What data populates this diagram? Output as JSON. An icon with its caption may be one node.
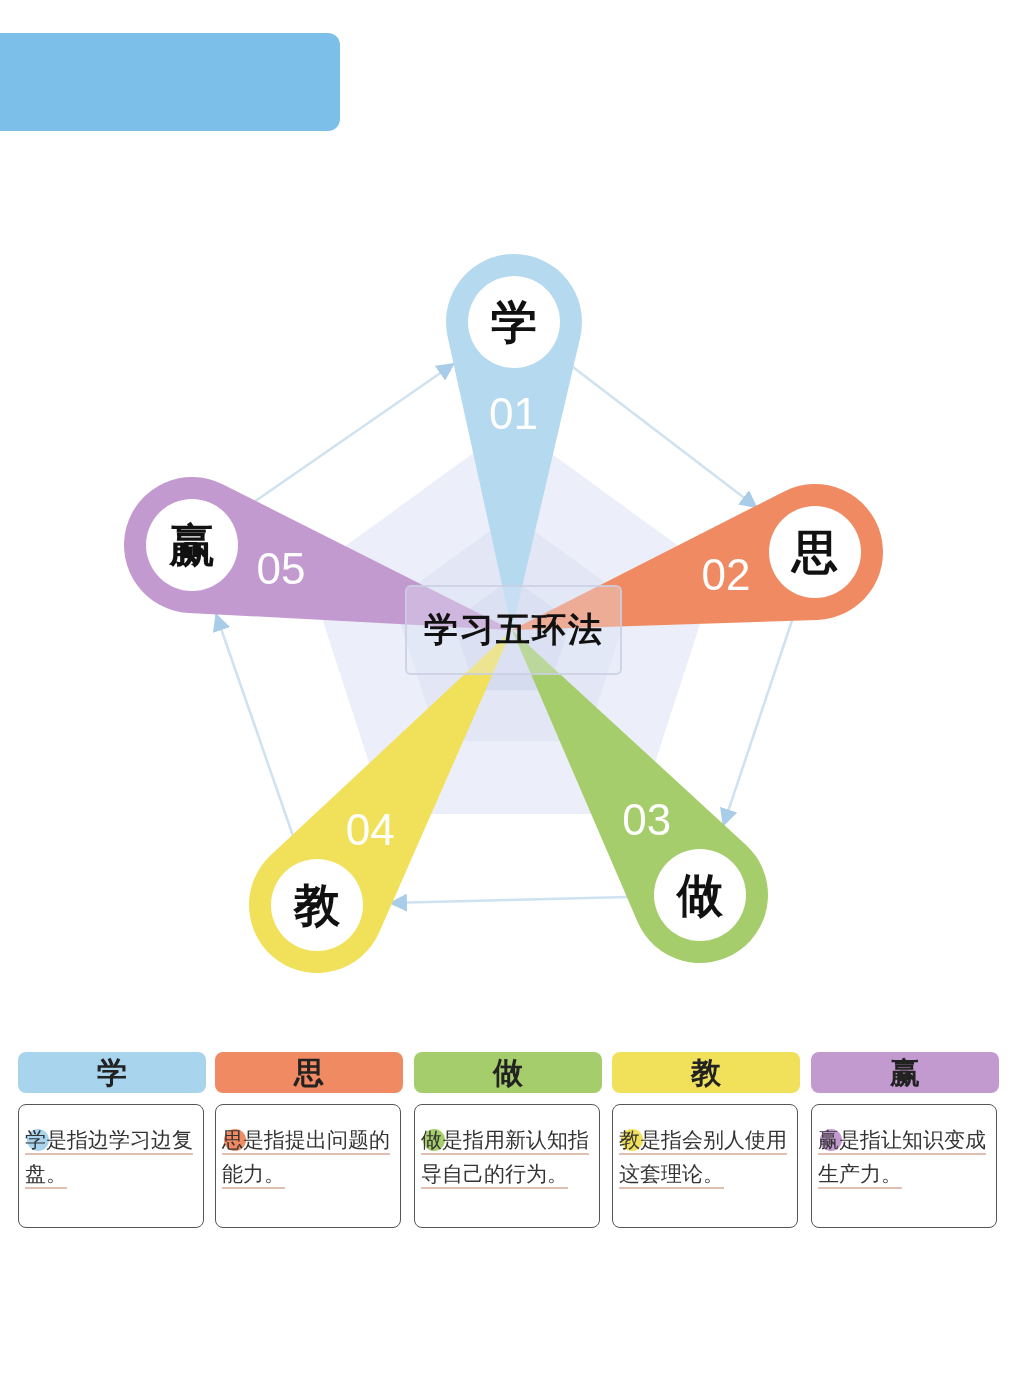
{
  "diagram": {
    "nodes": [
      {
        "text": [
          "学习五环法"
        ]
      },
      {
        "text": [
          "学",
          "01"
        ]
      },
      {
        "text": [
          "思",
          "02"
        ]
      },
      {
        "text": [
          "做",
          "03"
        ]
      },
      {
        "text": [
          "教",
          "04"
        ]
      },
      {
        "text": [
          "赢",
          "05"
        ]
      },
      {
        "text": [
          "学"
        ]
      },
      {
        "text": [
          "思"
        ]
      },
      {
        "text": [
          "做"
        ]
      },
      {
        "text": [
          "教"
        ]
      },
      {
        "text": [
          "赢"
        ]
      },
      {
        "text": [
          "学是指边学习边复盘。"
        ]
      },
      {
        "text": [
          "思是指提出问题的能力。"
        ]
      },
      {
        "text": [
          "做是指用新认知指导自己的行为。"
        ]
      },
      {
        "text": [
          "教是指会别人使用这套理论。"
        ]
      },
      {
        "text": [
          "赢是指让知识变成生产力。"
        ]
      }
    ],
    "edges": [
      {
        "from": 1,
        "to": 2,
        "arrow": "to"
      },
      {
        "from": 2,
        "to": 3,
        "arrow": "to"
      },
      {
        "from": 3,
        "to": 4,
        "arrow": "to"
      },
      {
        "from": 4,
        "to": 5,
        "arrow": "to"
      },
      {
        "from": 5,
        "to": 1,
        "arrow": "to"
      }
    ]
  }
}
